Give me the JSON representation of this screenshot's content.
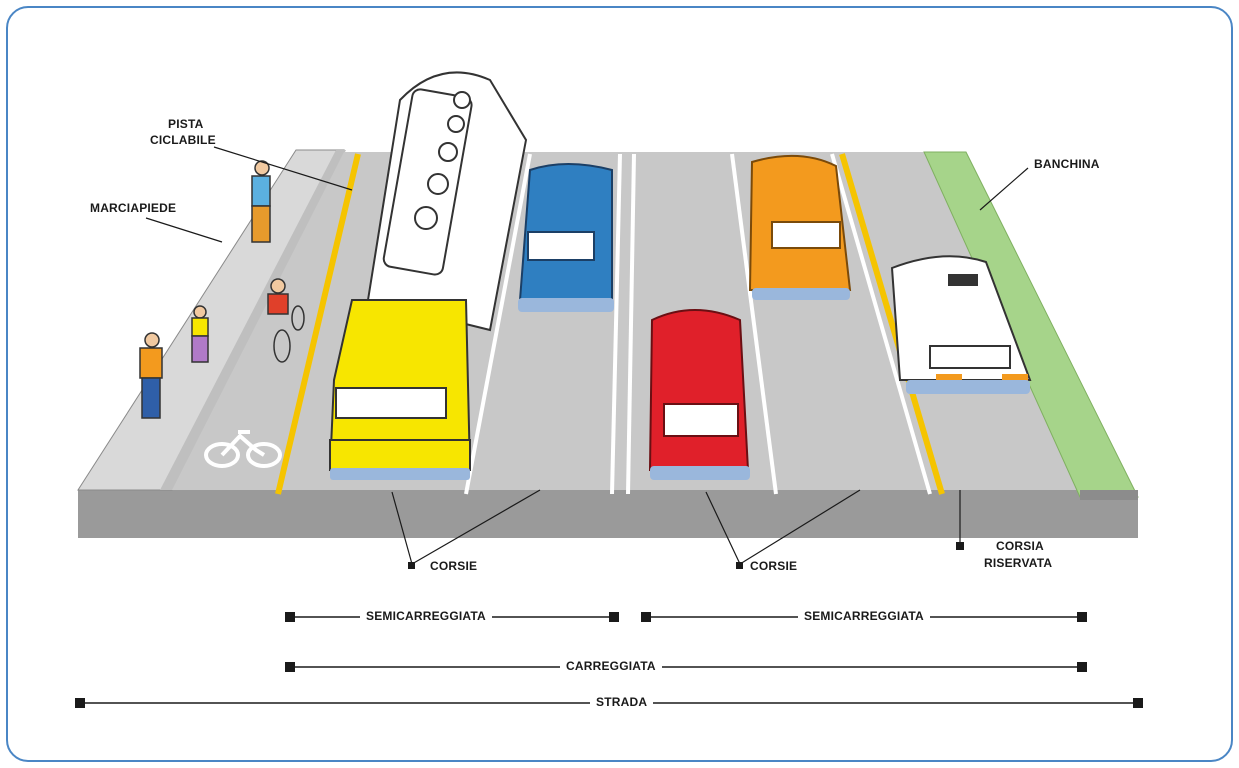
{
  "labels": {
    "pista_ciclabile_1": "PISTA",
    "pista_ciclabile_2": "CICLABILE",
    "marciapiede": "MARCIAPIEDE",
    "banchina": "BANCHINA",
    "corsie_left": "CORSIE",
    "corsie_right": "CORSIE",
    "corsia_riservata_1": "CORSIA",
    "corsia_riservata_2": "RISERVATA",
    "semicarreggiata_left": "SEMICARREGGIATA",
    "semicarreggiata_right": "SEMICARREGGIATA",
    "carreggiata": "CARREGGIATA",
    "strada": "STRADA"
  },
  "colors": {
    "frame": "#4a86c5",
    "sidewalk": "#d9d9d9",
    "road": "#c8c8c8",
    "road_side": "#9a9a9a",
    "shoulder": "#a6d48a",
    "yellow_line": "#f5c400",
    "bus": "#f7e600",
    "car_blue": "#2f7fc1",
    "car_red": "#e0202a",
    "car_orange": "#f39a1e",
    "car_white": "#ffffff"
  }
}
